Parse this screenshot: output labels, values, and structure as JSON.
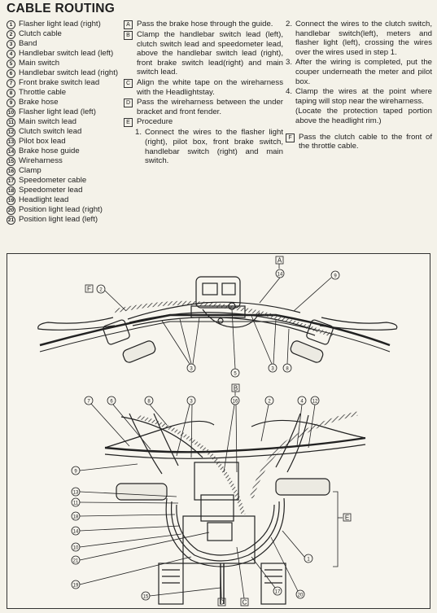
{
  "title": "CABLE ROUTING",
  "legend": [
    {
      "n": "1",
      "text": "Flasher light lead (right)"
    },
    {
      "n": "2",
      "text": "Clutch cable"
    },
    {
      "n": "3",
      "text": "Band"
    },
    {
      "n": "4",
      "text": "Handlebar switch lead (left)"
    },
    {
      "n": "5",
      "text": "Main switch"
    },
    {
      "n": "6",
      "text": "Handlebar switch lead (right)"
    },
    {
      "n": "7",
      "text": "Front brake switch lead"
    },
    {
      "n": "8",
      "text": "Throttle cable"
    },
    {
      "n": "9",
      "text": "Brake hose"
    },
    {
      "n": "10",
      "text": "Flasher light lead (left)"
    },
    {
      "n": "11",
      "text": "Main switch lead"
    },
    {
      "n": "12",
      "text": "Clutch switch lead"
    },
    {
      "n": "13",
      "text": "Pilot box lead"
    },
    {
      "n": "14",
      "text": "Brake hose guide"
    },
    {
      "n": "15",
      "text": "Wireharness"
    },
    {
      "n": "16",
      "text": "Clamp"
    },
    {
      "n": "17",
      "text": "Speedometer cable"
    },
    {
      "n": "18",
      "text": "Speedometer lead"
    },
    {
      "n": "19",
      "text": "Headlight lead"
    },
    {
      "n": "20",
      "text": "Position light lead (right)"
    },
    {
      "n": "21",
      "text": "Position light lead (left)"
    }
  ],
  "notes": {
    "A": {
      "label": "A",
      "text": "Pass the brake hose through the guide."
    },
    "B": {
      "label": "B",
      "text": "Clamp the handlebar switch lead (left), clutch switch lead and speedometer lead, above the handlebar switch lead (right), front brake switch lead(right) and main switch lead."
    },
    "C": {
      "label": "C",
      "text": "Align the white tape on the wireharness with the Headlightstay."
    },
    "D": {
      "label": "D",
      "text": "Pass the wireharness between the under bracket and front fender."
    },
    "E": {
      "label": "E",
      "text": "Procedure"
    },
    "F": {
      "label": "F",
      "text": "Pass the clutch cable to the front of the throttle cable."
    }
  },
  "procedure": [
    {
      "n": "1.",
      "text": "Connect the wires to the flasher light (right), pilot box, front brake switch, handlebar switch (right) and main switch."
    },
    {
      "n": "2.",
      "text": "Connect the wires to the clutch switch, handlebar switch(left), meters and flasher light (left), crossing the wires over the wires used in step 1."
    },
    {
      "n": "3.",
      "text": "After the wiring is completed, put the couper underneath the meter and pilot box."
    },
    {
      "n": "4.",
      "text": "Clamp the wires at the point where taping will stop near the wireharness."
    },
    {
      "n": "",
      "text": "(Locate the protection taped portion above the headlight rim.)"
    }
  ],
  "callouts": {
    "top": {
      "A": "A",
      "F": "F",
      "c2": "2",
      "c14": "14",
      "c9": "9",
      "c3a": "3",
      "c5": "5",
      "c3b": "3",
      "c8": "8"
    },
    "bottom": {
      "B": "B",
      "c7": "7",
      "c6": "6",
      "c8": "8",
      "c3": "3",
      "c16": "16",
      "c2": "2",
      "c4": "4",
      "c12": "12",
      "c9": "9",
      "c13": "13",
      "c11": "11",
      "c18": "18",
      "c14": "14",
      "c10": "10",
      "c21": "21",
      "c19": "19",
      "c15": "15",
      "D": "D",
      "C": "C",
      "c17": "17",
      "c20": "20",
      "c1": "1",
      "E": "E"
    }
  }
}
